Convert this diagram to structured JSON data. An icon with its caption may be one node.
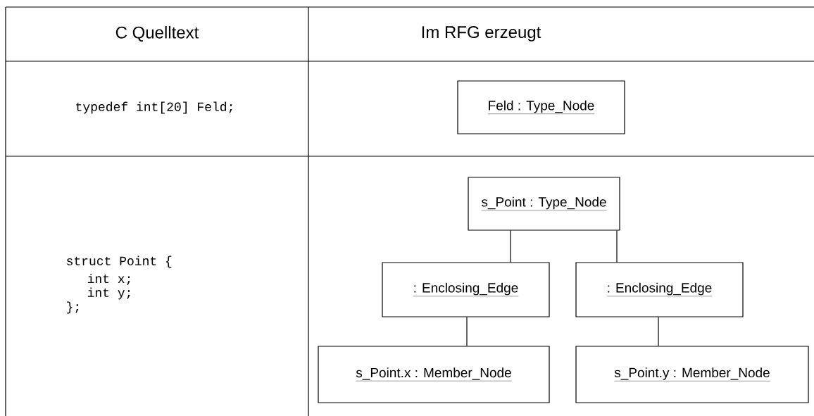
{
  "diagram": {
    "nodes": [
      {
        "text": [
          "Feld : Type_Node"
        ]
      },
      {
        "text": [
          "s_Point : Type_Node"
        ]
      },
      {
        "text": [
          ": Enclosing_Edge"
        ]
      },
      {
        "text": [
          ": Enclosing_Edge"
        ]
      },
      {
        "text": [
          "s_Point.x : Member_Node"
        ]
      },
      {
        "text": [
          "s_Point.y : Member_Node"
        ]
      }
    ],
    "edges": [
      {
        "from": 1,
        "to": 2,
        "arrow": "none"
      },
      {
        "from": 1,
        "to": 3,
        "arrow": "none"
      },
      {
        "from": 2,
        "to": 4,
        "arrow": "none"
      },
      {
        "from": 3,
        "to": 5,
        "arrow": "none"
      }
    ],
    "labels": [
      "C Quelltext",
      "Im RFG erzeugt",
      "typedef int[20] Feld;",
      "struct Point {",
      "int x;",
      "int y;",
      "};"
    ]
  }
}
